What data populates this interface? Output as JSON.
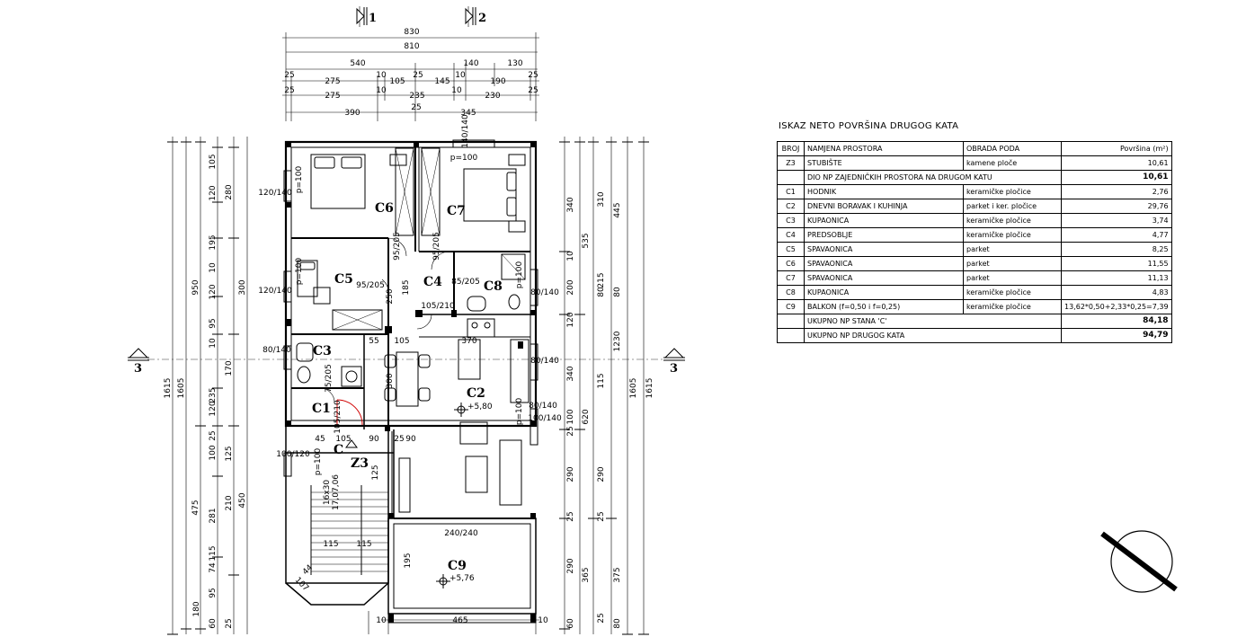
{
  "table": {
    "title": "ISKAZ NETO POVRŠINA DRUGOG KATA",
    "headers": [
      "BROJ",
      "NAMJENA PROSTORA",
      "OBRADA PODA",
      "Površina (m²)"
    ],
    "rows": [
      {
        "broj": "Z3",
        "namjena": "STUBIŠTE",
        "obrada": "kamene ploče",
        "povrsina": "10,61"
      },
      {
        "broj": "C1",
        "namjena": "HODNIK",
        "obrada": "keramičke pločice",
        "povrsina": "2,76"
      },
      {
        "broj": "C2",
        "namjena": "DNEVNI BORAVAK I KUHINJA",
        "obrada": "parket i ker. pločice",
        "povrsina": "29,76"
      },
      {
        "broj": "C3",
        "namjena": "KUPAONICA",
        "obrada": "keramičke pločice",
        "povrsina": "3,74"
      },
      {
        "broj": "C4",
        "namjena": "PREDSOBLJE",
        "obrada": "keramičke pločice",
        "povrsina": "4,77"
      },
      {
        "broj": "C5",
        "namjena": "SPAVAONICA",
        "obrada": "parket",
        "povrsina": "8,25"
      },
      {
        "broj": "C6",
        "namjena": "SPAVAONICA",
        "obrada": "parket",
        "povrsina": "11,55"
      },
      {
        "broj": "C7",
        "namjena": "SPAVAONICA",
        "obrada": "parket",
        "povrsina": "11,13"
      },
      {
        "broj": "C8",
        "namjena": "KUPAONICA",
        "obrada": "keramičke pločice",
        "povrsina": "4,83"
      },
      {
        "broj": "C9",
        "namjena": "BALKON (f=0,50 i f=0,25)",
        "obrada": "keramičke pločice",
        "povrsina": "13,62*0,50+2,33*0,25=7,39"
      }
    ],
    "common_label": "DIO NP ZAJEDNIČKIH PROSTORA NA DRUGOM KATU",
    "common_value": "10,61",
    "flat_label": "UKUPNO NP STANA 'C'",
    "flat_value": "84,18",
    "total_label": "UKUPNO NP DRUGOG KATA",
    "total_value": "94,79"
  },
  "plan": {
    "section_marks": {
      "s1": "1",
      "s2": "2",
      "s3_left": "3",
      "s3_right": "3"
    },
    "rooms": {
      "C1": "C1",
      "C2": "C2",
      "C3": "C3",
      "C4": "C4",
      "C5": "C5",
      "C6": "C6",
      "C7": "C7",
      "C8": "C8",
      "C9": "C9",
      "Z3": "Z3",
      "C": "C"
    },
    "levels": {
      "c2": "+5,80",
      "c9": "+5,76"
    },
    "top_dims": {
      "r1": [
        "830"
      ],
      "r2": [
        "810"
      ],
      "r3": [
        "540",
        "140",
        "130"
      ],
      "r4": [
        "25",
        "275",
        "10",
        "105",
        "25",
        "145",
        "10",
        "190",
        "25"
      ],
      "r5": [
        "25",
        "275",
        "10",
        "235",
        "10",
        "230",
        "25"
      ],
      "r6": [
        "390",
        "25",
        "345"
      ]
    },
    "bottom_dims": [
      "10",
      "465",
      "10"
    ],
    "left_dims": {
      "a": [
        "1615"
      ],
      "b": [
        "1605"
      ],
      "c": [
        "950",
        "475"
      ],
      "d": [
        "105",
        "120",
        "195",
        "10",
        "120",
        "95",
        "10",
        "235",
        "120",
        "25",
        "100",
        "210",
        "281",
        "115",
        "74",
        "95",
        "180",
        "60",
        "25"
      ],
      "e": [
        "280",
        "300",
        "170",
        "125",
        "450"
      ]
    },
    "right_dims": {
      "a": [
        "1615"
      ],
      "b": [
        "1605"
      ],
      "c": [
        "1230"
      ],
      "d": [
        "535",
        "620",
        "365",
        "375"
      ],
      "e": [
        "340",
        "10",
        "200",
        "120",
        "340",
        "100",
        "25",
        "290",
        "290",
        "25"
      ],
      "f": [
        "310",
        "215",
        "80",
        "115",
        "25",
        "290",
        "25",
        "60"
      ],
      "g": [
        "445",
        "80",
        "80"
      ]
    },
    "window_labels": [
      "120/140",
      "120/140",
      "80/140",
      "80/140",
      "80/140",
      "80/140",
      "100/140",
      "100/120",
      "240/240",
      "140/140"
    ],
    "door_labels": [
      "p=100",
      "p=100",
      "p=100",
      "p=100",
      "p=100",
      "p=100",
      "95/205",
      "95/205",
      "85/205",
      "95/205",
      "105/210",
      "75/205",
      "105/210"
    ],
    "misc_dims": [
      "55",
      "105",
      "370",
      "45",
      "105",
      "90",
      "25",
      "90",
      "115",
      "115",
      "300",
      "250",
      "185",
      "195",
      "16x30",
      "17,07,06",
      "125",
      "44",
      "107"
    ]
  }
}
